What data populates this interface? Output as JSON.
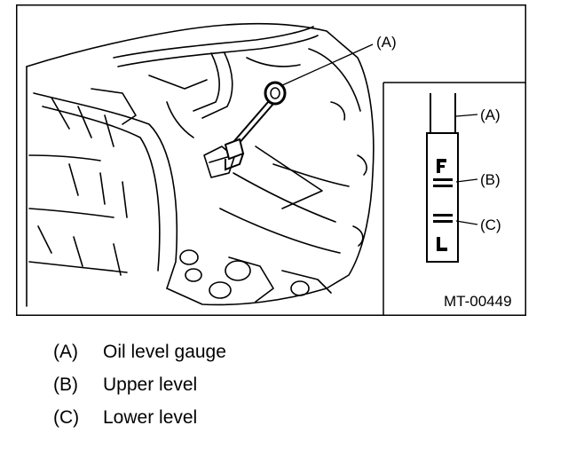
{
  "figure": {
    "callouts": {
      "main_a": "(A)",
      "inset_a": "(A)",
      "inset_b": "(B)",
      "inset_c": "(C)"
    },
    "figure_code": "MT-00449",
    "gauge_marks": {
      "upper": "F",
      "lower": "L"
    }
  },
  "legend": [
    {
      "key": "(A)",
      "label": "Oil level gauge"
    },
    {
      "key": "(B)",
      "label": "Upper level"
    },
    {
      "key": "(C)",
      "label": "Lower level"
    }
  ]
}
